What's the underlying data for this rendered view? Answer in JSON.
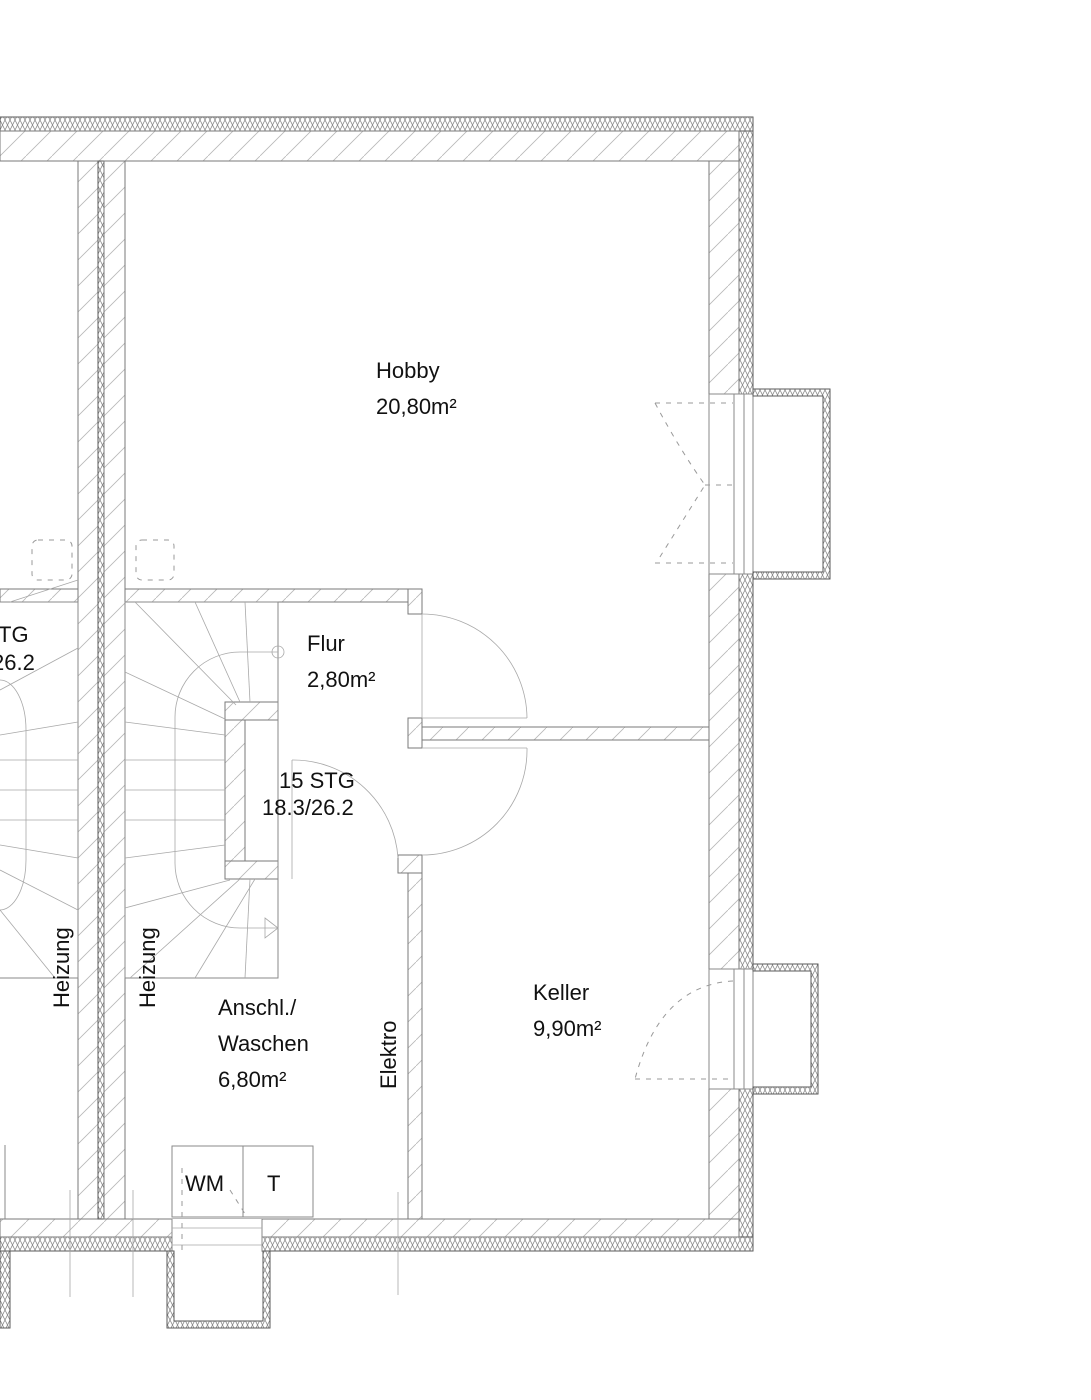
{
  "drawing": {
    "type": "floor-plan",
    "level": "basement",
    "colors": {
      "background": "#ffffff",
      "lines": "#7a7a7a",
      "text": "#111111"
    }
  },
  "rooms": {
    "hobby": {
      "name": "Hobby",
      "area": "20,80m²"
    },
    "flur": {
      "name": "Flur",
      "area": "2,80m²"
    },
    "waschen": {
      "name_line1": "Anschl./",
      "name_line2": "Waschen",
      "area": "6,80m²"
    },
    "keller": {
      "name": "Keller",
      "area": "9,90m²"
    }
  },
  "stairs": {
    "main": {
      "steps": "15 STG",
      "ratio": "18.3/26.2"
    },
    "neighbor": {
      "steps_partial": "TG",
      "ratio_partial": "26.2"
    }
  },
  "annotations": {
    "heizung_left": "Heizung",
    "heizung_right": "Heizung",
    "elektro": "Elektro"
  },
  "appliances": {
    "washing_machine": "WM",
    "dryer": "T"
  }
}
